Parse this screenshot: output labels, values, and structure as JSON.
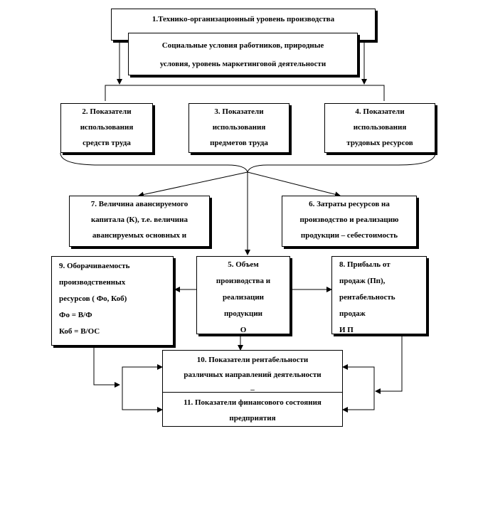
{
  "boxes": {
    "b1": {
      "lines": [
        "1.Технико-организационный  уровень производства"
      ]
    },
    "b1a": {
      "lines": [
        "Социальные  условия работников, природные",
        "условия, уровень маркетинговой деятельности"
      ]
    },
    "b2": {
      "lines": [
        "2. Показатели",
        "использования",
        "средств труда"
      ]
    },
    "b3": {
      "lines": [
        "3. Показатели",
        "использования",
        "предметов труда"
      ]
    },
    "b4": {
      "lines": [
        "4. Показатели",
        "использования",
        "трудовых  ресурсов"
      ]
    },
    "b7": {
      "lines": [
        "7. Величина авансируемого",
        "капитала (К),  т.е. величина",
        "авансируемых основных и"
      ]
    },
    "b6": {
      "lines": [
        "6. Затраты ресурсов на",
        "производство и реализацию",
        "продукции – себестоимость"
      ]
    },
    "b9": {
      "lines": [
        "9. Оборачиваемость",
        "производственных",
        "ресурсов ( Фо, Коб)",
        "Фо = В/Ф",
        "Коб = В/ОС"
      ]
    },
    "b5": {
      "lines": [
        "5. Объем",
        "производства и",
        "реализации",
        "продукции",
        "О"
      ]
    },
    "b8": {
      "lines": [
        "8. Прибыль  от",
        "продаж (Пп),",
        "рентабельность",
        "продаж",
        "И    П"
      ]
    },
    "b10": {
      "lines": [
        "10. Показатели  рентабельности",
        "различных направлений деятельности",
        "–"
      ]
    },
    "b11": {
      "lines": [
        "11. Показатели  финансового состояния",
        "предприятия"
      ]
    }
  },
  "colors": {
    "line": "#000000",
    "background": "#ffffff"
  }
}
